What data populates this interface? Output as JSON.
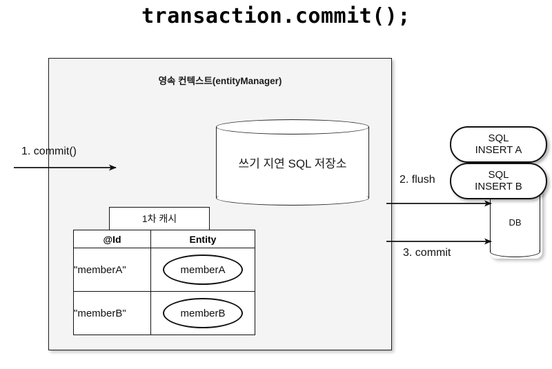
{
  "title": "transaction.commit();",
  "context": {
    "heading": "영속 컨텍스트(entityManager)",
    "store": {
      "label": "쓰기 지연 SQL 저장소"
    },
    "cache": {
      "caption": "1차 캐시",
      "columns": [
        "@Id",
        "Entity"
      ],
      "rows": [
        {
          "id": "\"memberA\"",
          "entity": "memberA"
        },
        {
          "id": "\"memberB\"",
          "entity": "memberB"
        }
      ]
    }
  },
  "database": {
    "label": "DB",
    "statements": [
      {
        "line1": "SQL",
        "line2": "INSERT A"
      },
      {
        "line1": "SQL",
        "line2": "INSERT B"
      }
    ]
  },
  "flows": {
    "commit_in": "1. commit()",
    "flush": "2. flush",
    "commit_out": "3. commit"
  },
  "colors": {
    "context_fill": "#f4f4f4",
    "stroke": "#111111",
    "shape_fill": "#ffffff",
    "text": "#111111",
    "background": "#ffffff"
  }
}
